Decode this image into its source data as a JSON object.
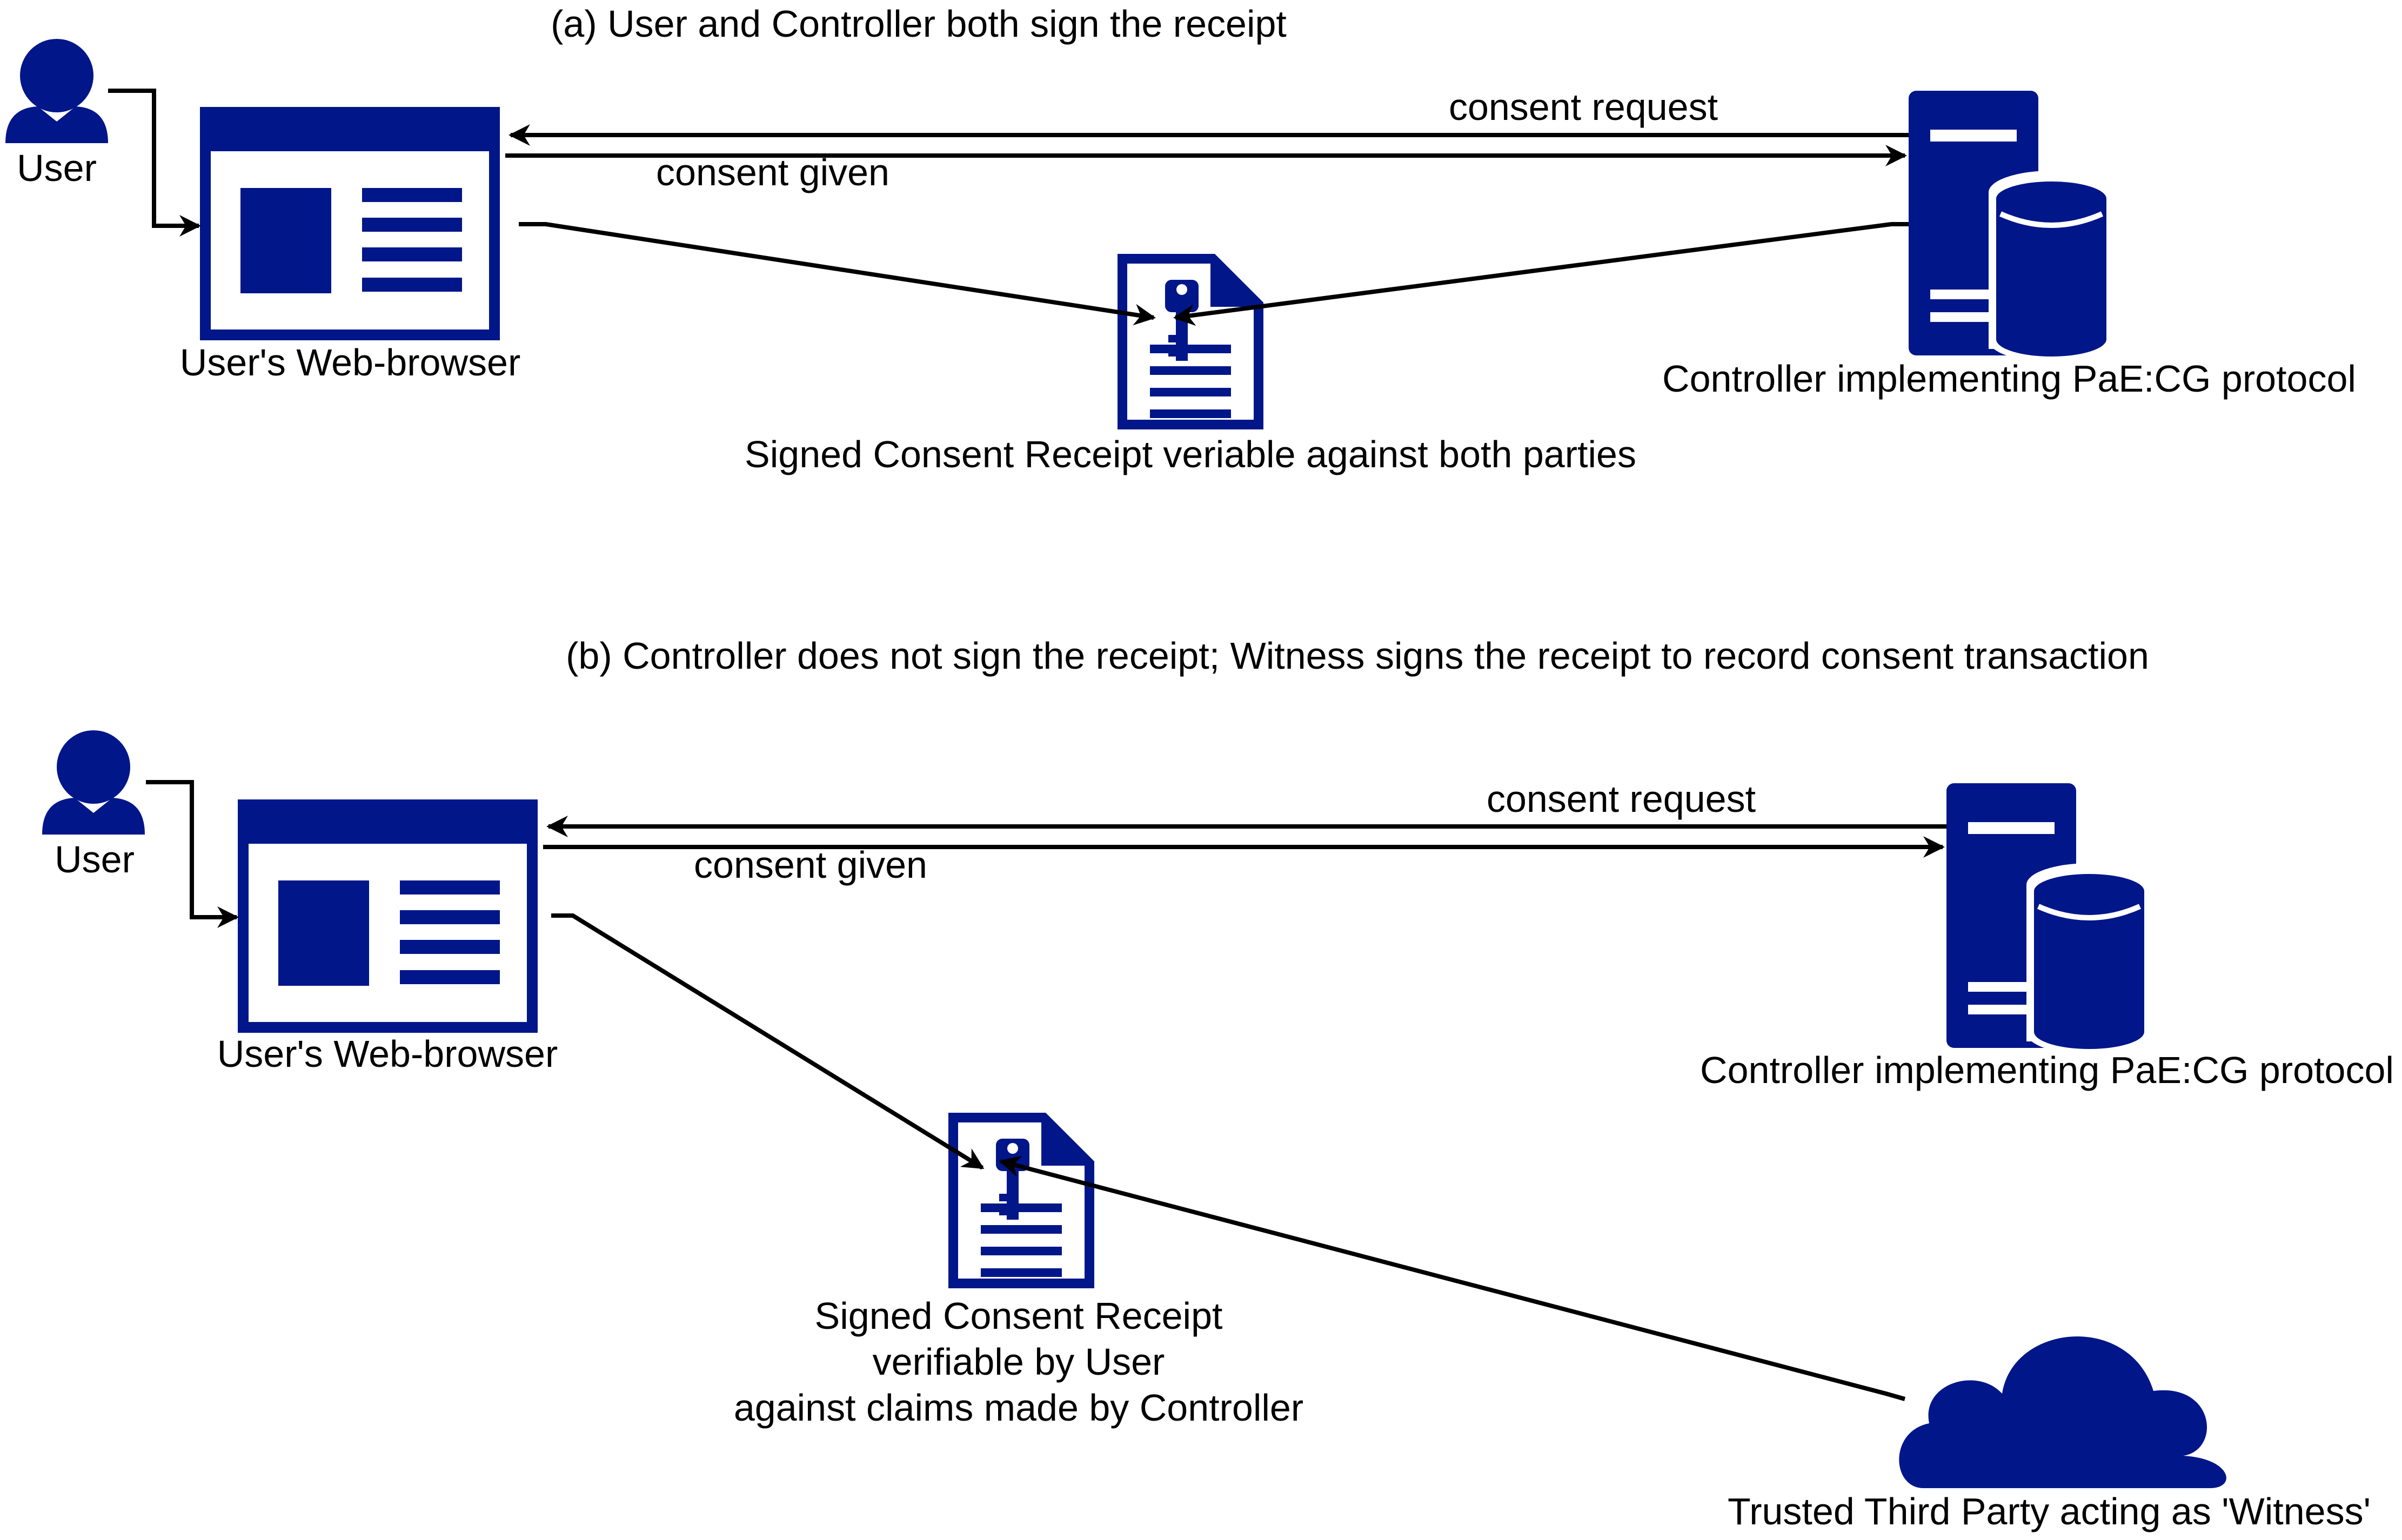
{
  "colors": {
    "icon": "#001689",
    "line": "#000000",
    "background": "#ffffff"
  },
  "icons": {
    "user": "user-icon",
    "browser": "web-browser-icon",
    "server": "server-database-icon",
    "receipt": "signed-document-key-icon",
    "cloud": "cloud-icon"
  },
  "panel_a": {
    "caption": "(a) User and Controller both sign the receipt",
    "user_label": "User",
    "browser_label": "User's Web-browser",
    "controller_label": "Controller implementing PaE:CG protocol",
    "request_label": "consent request",
    "given_label": "consent given",
    "receipt_label": "Signed Consent Receipt veriable against both parties"
  },
  "panel_b": {
    "caption": "(b) Controller does not sign the receipt; Witness signs the receipt to record consent transaction",
    "user_label": "User",
    "browser_label": "User's Web-browser",
    "controller_label": "Controller implementing PaE:CG protocol",
    "request_label": "consent request",
    "given_label": "consent given",
    "receipt_label_lines": [
      "Signed Consent Receipt",
      "verifiable by User",
      "against claims made by Controller"
    ],
    "witness_label": "Trusted Third Party acting as 'Witness'"
  }
}
